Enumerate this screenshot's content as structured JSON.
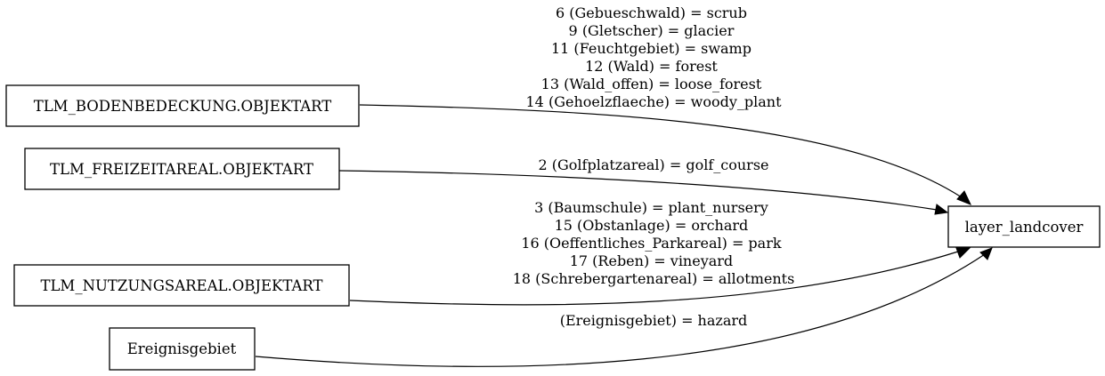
{
  "nodes": {
    "bodenbedeckung": "TLM_BODENBEDECKUNG.OBJEKTART",
    "freizeitareal": "TLM_FREIZEITAREAL.OBJEKTART",
    "nutzungsareal": "TLM_NUTZUNGSAREAL.OBJEKTART",
    "ereignisgebiet": "Ereignisgebiet",
    "layer_landcover": "layer_landcover"
  },
  "edges": {
    "bodenbedeckung": [
      "6 (Gebueschwald) = scrub",
      "9 (Gletscher) = glacier",
      "11 (Feuchtgebiet) = swamp",
      "12 (Wald) = forest",
      "13 (Wald_offen) = loose_forest",
      "14 (Gehoelzflaeche) = woody_plant"
    ],
    "freizeitareal": [
      "2 (Golfplatzareal) = golf_course"
    ],
    "nutzungsareal": [
      "3 (Baumschule) = plant_nursery",
      "15 (Obstanlage) = orchard",
      "16 (Oeffentliches_Parkareal) = park",
      "17 (Reben) = vineyard",
      "18 (Schrebergartenareal) = allotments"
    ],
    "ereignisgebiet": [
      "(Ereignisgebiet) = hazard"
    ]
  },
  "colors": {
    "stroke": "#000000",
    "background": "#ffffff"
  }
}
